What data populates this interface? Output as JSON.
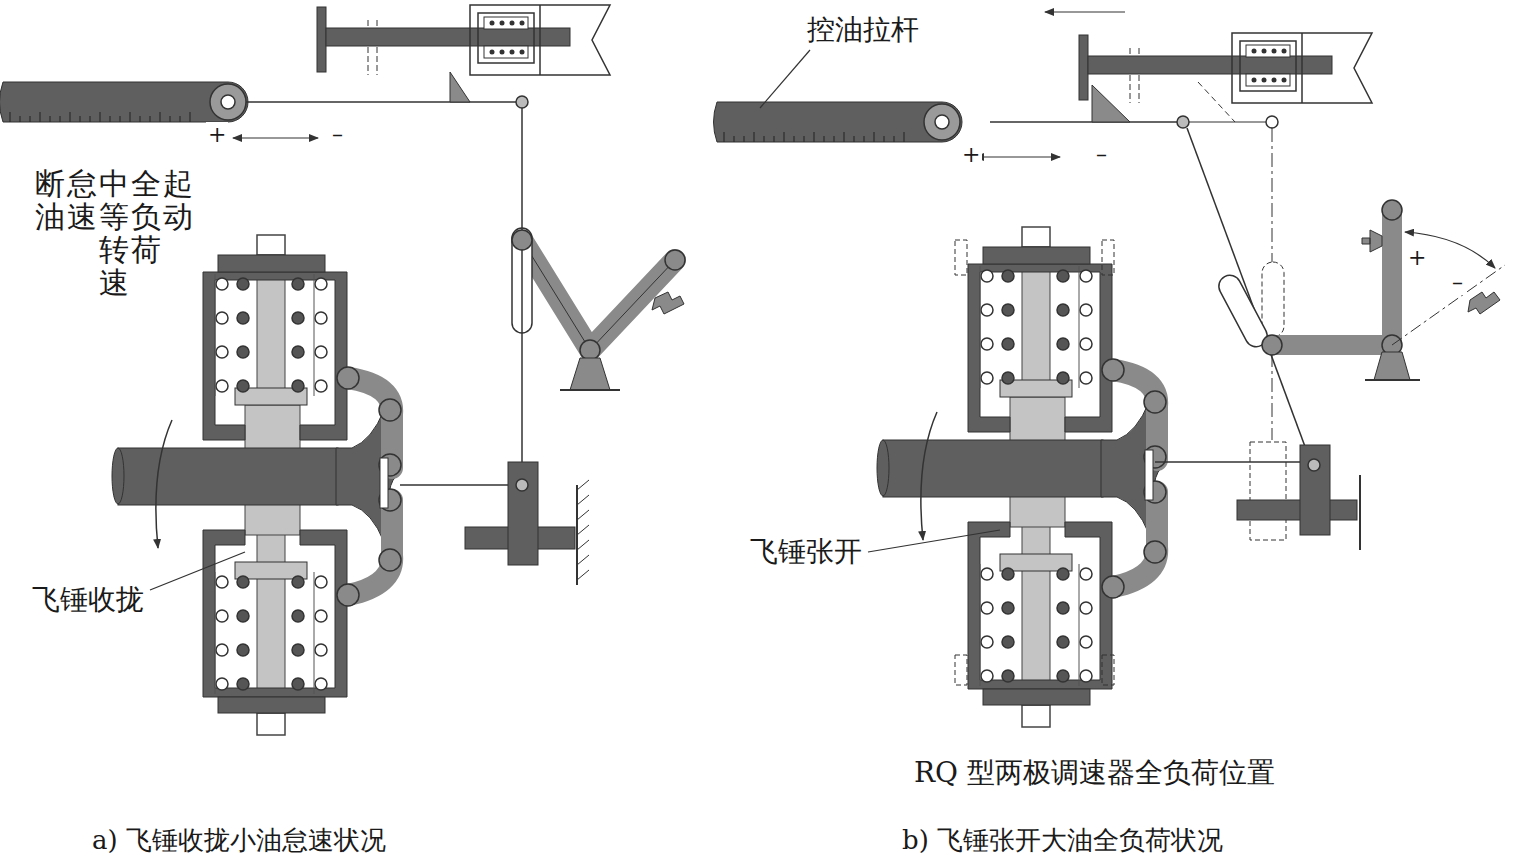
{
  "diagram": {
    "labels": [
      "起动",
      "全负荷",
      "中等转速",
      "怠速",
      "断油",
      "+",
      "–",
      "+",
      "–",
      "+",
      "–",
      "飞锤收拢",
      "控油拉杆",
      "飞锤张开",
      "RQ 型两极调速器全负荷位置",
      "a) 飞锤收拢小油怠速状况",
      "b) 飞锤张开大油全负荷状况"
    ]
  }
}
